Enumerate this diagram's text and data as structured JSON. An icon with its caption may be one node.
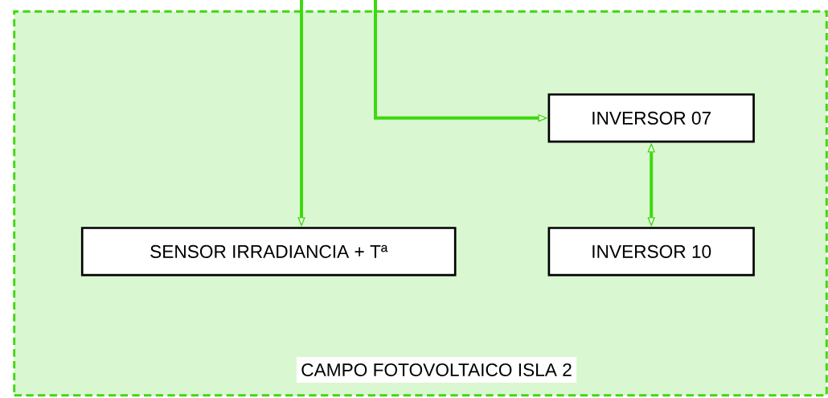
{
  "diagram": {
    "nodes": [
      {
        "text": [
          "CAMPO FOTOVOLTAICO ISLA 2"
        ]
      },
      {
        "text": [
          "INVERSOR 07"
        ],
        "in": 0
      },
      {
        "text": [
          "SENSOR IRRADIANCIA + Tª"
        ],
        "in": 0
      },
      {
        "text": [
          "INVERSOR 10"
        ],
        "in": 0
      }
    ],
    "edges": [
      {
        "from": null,
        "to": 2,
        "arrow": "to"
      },
      {
        "from": null,
        "to": 1,
        "arrow": "to"
      },
      {
        "from": 1,
        "to": 3,
        "arrow": "both"
      }
    ]
  }
}
